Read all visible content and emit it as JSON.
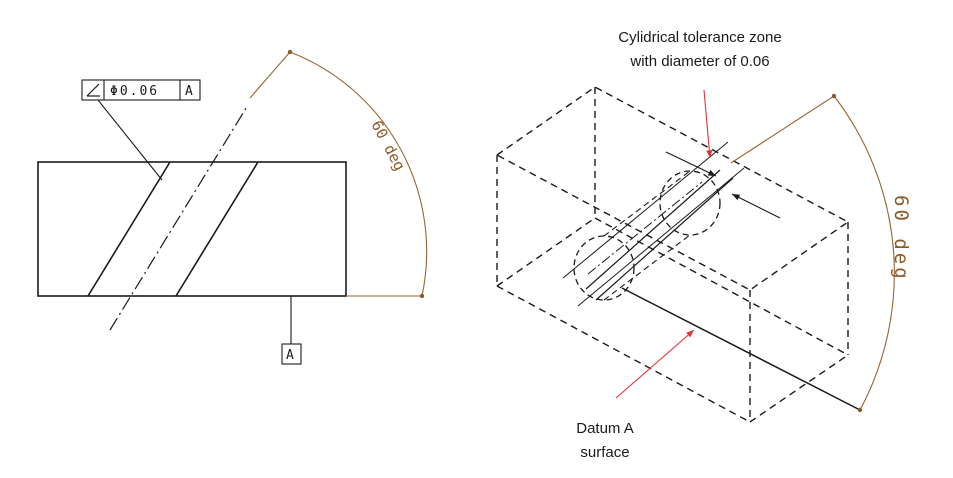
{
  "colors": {
    "line": "#1a1a1a",
    "dimension": "#9a6432",
    "leader_arrow": "#e8303a"
  },
  "left_view": {
    "fcf": {
      "symbol": "angularity-symbol",
      "tolerance": "Φ0.06",
      "datum": "A"
    },
    "angle_label": "60 deg",
    "datum_label": "A"
  },
  "right_view": {
    "zone_label_line1": "Cylidrical tolerance zone",
    "zone_label_line2": "with diameter of 0.06",
    "angle_label": "60 deg",
    "datum_label_line1": "Datum A",
    "datum_label_line2": "surface"
  }
}
